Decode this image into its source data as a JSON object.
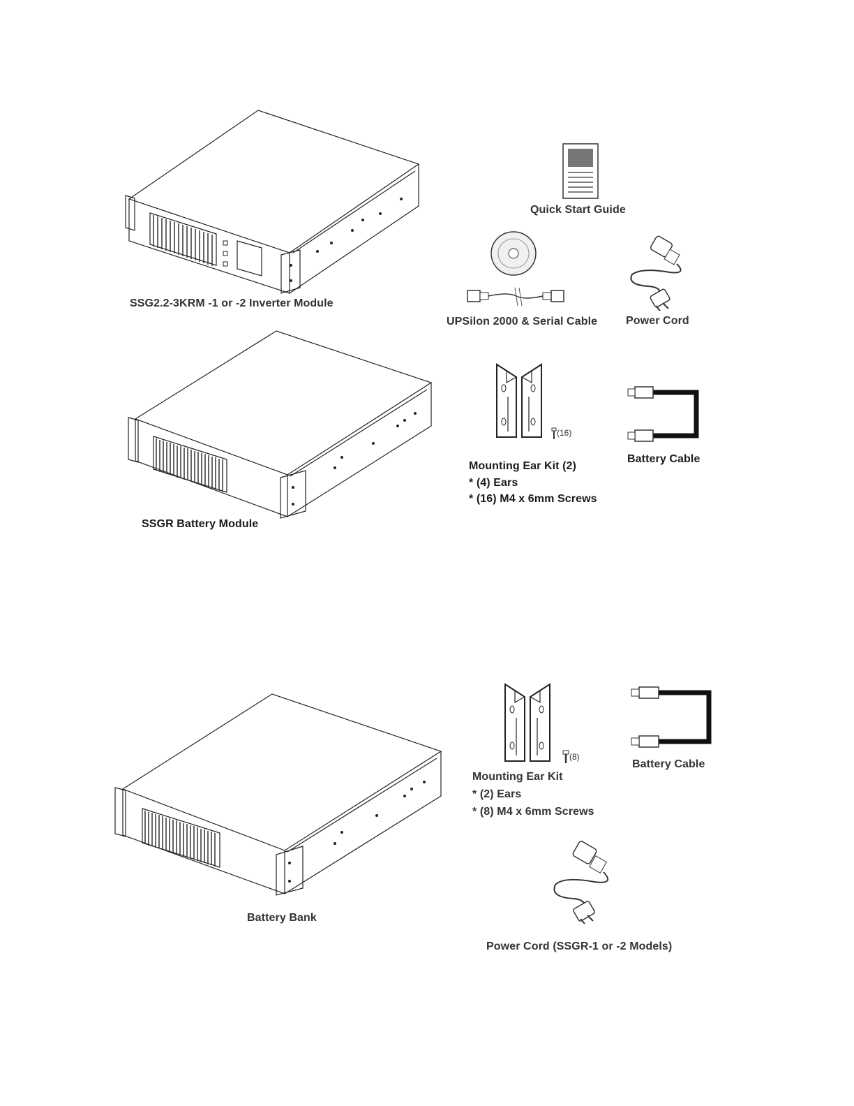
{
  "section1": {
    "inverter_label": "SSG2.2-3KRM -1 or -2 Inverter Module",
    "quick_start_label": "Quick Start Guide",
    "serial_cable_label": "UPSilon 2000 & Serial Cable",
    "power_cord_label": "Power Cord",
    "battery_module_label": "SSGR Battery Module",
    "ear_kit_title": "Mounting Ear Kit (2)",
    "ear_kit_line1": "* (4) Ears",
    "ear_kit_line2": "* (16) M4 x 6mm Screws",
    "screw_count": "(16)",
    "battery_cable_label": "Battery Cable"
  },
  "section2": {
    "battery_bank_label": "Battery Bank",
    "ear_kit_title": "Mounting Ear Kit",
    "ear_kit_line1": "* (2) Ears",
    "ear_kit_line2": "* (8) M4 x 6mm Screws",
    "screw_count": "(8)",
    "battery_cable_label": "Battery Cable",
    "power_cord_label": "Power Cord (SSGR-1 or -2 Models)"
  }
}
